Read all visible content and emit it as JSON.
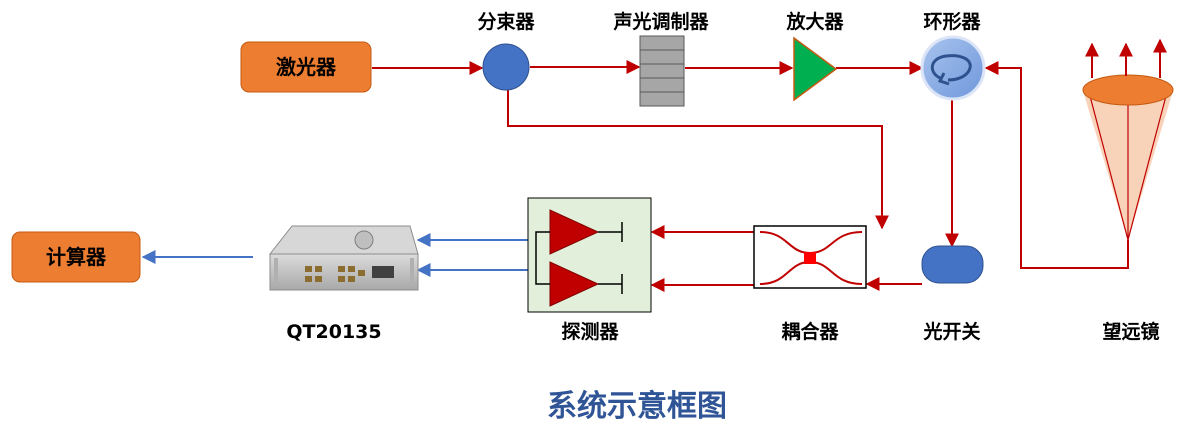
{
  "diagram": {
    "title": "系统示意框图",
    "nodes": {
      "laser": "激光器",
      "splitter": "分束器",
      "aom": "声光调制器",
      "amplifier": "放大器",
      "circulator": "环形器",
      "telescope": "望远镜",
      "optical_switch": "光开关",
      "coupler": "耦合器",
      "detector": "探测器",
      "digitizer": "QT20135",
      "computer": "计算器"
    },
    "colors": {
      "optical_path": "#c00000",
      "electrical_path": "#4472c4",
      "box_fill": "#ed7d31",
      "title": "#2f5597",
      "splitter_fill": "#4472c4",
      "amplifier_fill": "#00b050",
      "detector_panel_fill": "#e2efda",
      "detector_triangle_fill": "#c00000"
    }
  }
}
